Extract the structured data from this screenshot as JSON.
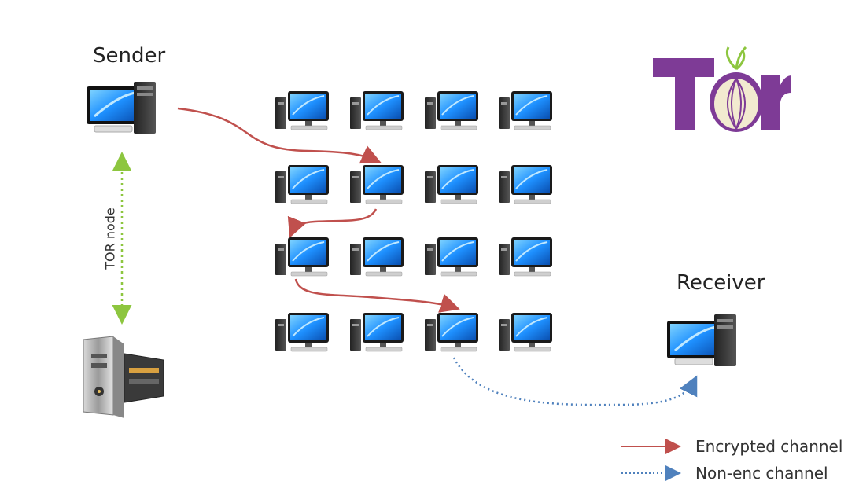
{
  "labels": {
    "sender": "Sender",
    "receiver": "Receiver",
    "tor_node": "TOR node"
  },
  "logo": {
    "text": "Tor",
    "color": "#7e3b96",
    "icon": "onion-icon"
  },
  "legend": {
    "encrypted": "Encrypted channel",
    "non_enc": "Non-enc channel"
  },
  "colors": {
    "encrypted": "#c0504d",
    "non_enc": "#4f81bd",
    "tor_node_link": "#8dc63f",
    "screen": "#1e90ff"
  },
  "icons": {
    "computer": "desktop-computer-icon",
    "server": "server-icon"
  },
  "grid": {
    "rows": 4,
    "cols": 4
  }
}
